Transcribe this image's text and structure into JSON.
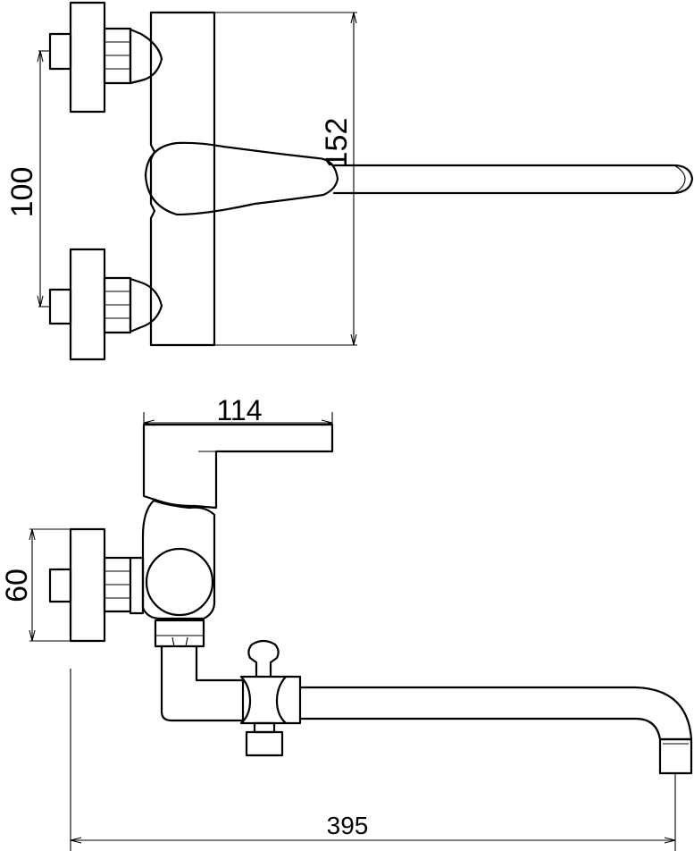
{
  "drawing": {
    "dimensions": {
      "height_top": "152",
      "inlet_spacing": "100",
      "handle_length": "114",
      "mount_depth": "60",
      "total_length": "395"
    }
  }
}
